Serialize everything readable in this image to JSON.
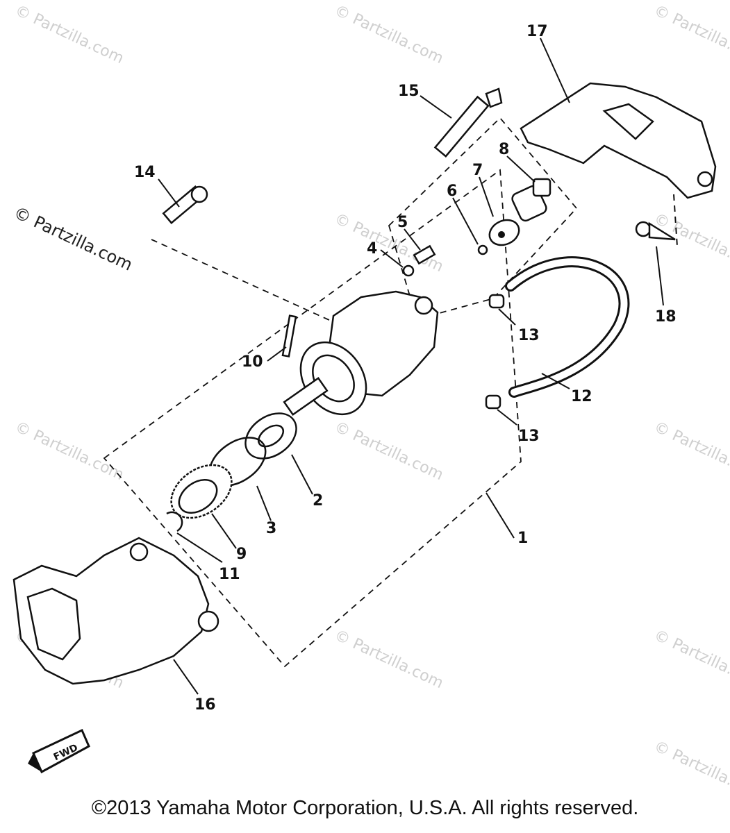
{
  "watermarks": [
    "© Partzilla.com",
    "© Partzilla.com",
    "© Partzilla.com",
    "© Partzilla.com",
    "© Partzilla.com",
    "© Partzilla.com",
    "© Partzilla.com",
    "© Partzilla.com",
    "© Partzilla.com",
    "© Partzilla.com",
    "© Partzilla.com",
    "© Partzilla.com"
  ],
  "watermark_main": "© Partzilla.com",
  "callouts": [
    "1",
    "2",
    "3",
    "4",
    "5",
    "6",
    "7",
    "8",
    "9",
    "10",
    "11",
    "12",
    "13",
    "13",
    "14",
    "15",
    "16",
    "17",
    "18"
  ],
  "fwd_badge": "FWD",
  "copyright": "©2013 Yamaha Motor Corporation, U.S.A. All rights reserved."
}
